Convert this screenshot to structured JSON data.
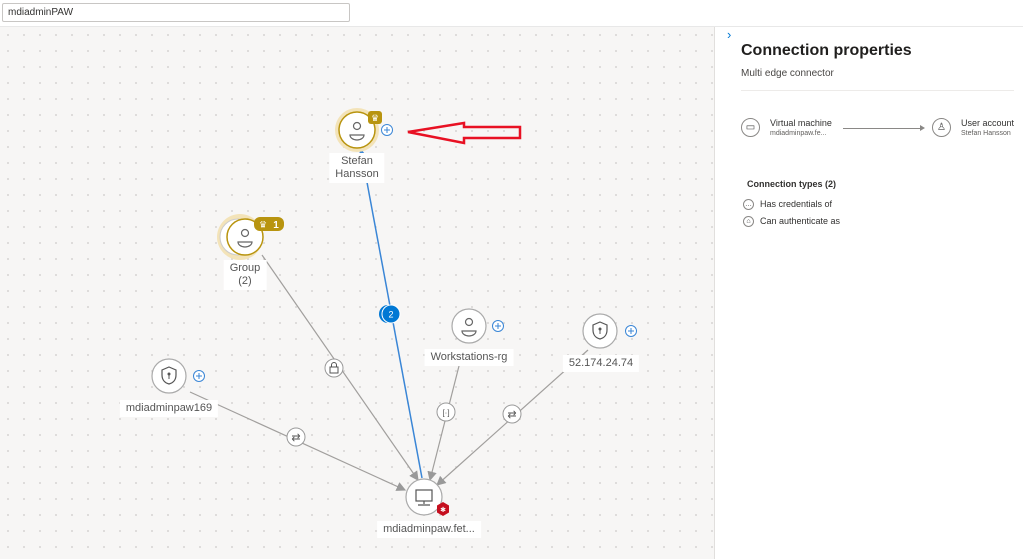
{
  "search": {
    "value": "mdiadminPAW"
  },
  "graph": {
    "nodes": {
      "stefan": {
        "label_line1": "Stefan",
        "label_line2": "Hansson"
      },
      "group": {
        "label_line1": "Group",
        "label_line2": "(2)",
        "badge_count": "1"
      },
      "workstations": {
        "label": "Workstations-rg"
      },
      "ip": {
        "label": "52.174.24.74"
      },
      "paw169": {
        "label": "mdiadminpaw169"
      },
      "vm": {
        "label": "mdiadminpaw.fet..."
      }
    },
    "multi_edge_count": "2"
  },
  "panel": {
    "title": "Connection properties",
    "subtitle": "Multi edge connector",
    "source": {
      "type": "Virtual machine",
      "name": "mdiadminpaw.fe..."
    },
    "target": {
      "type": "User account",
      "name": "Stefan Hansson"
    },
    "connection_types_title": "Connection types (2)",
    "connection_types": [
      "Has credentials of",
      "Can authenticate as"
    ]
  },
  "colors": {
    "accent": "#0078d4",
    "crown": "#b8940f",
    "alert": "#c50f1f",
    "annotation": "#e81123"
  }
}
